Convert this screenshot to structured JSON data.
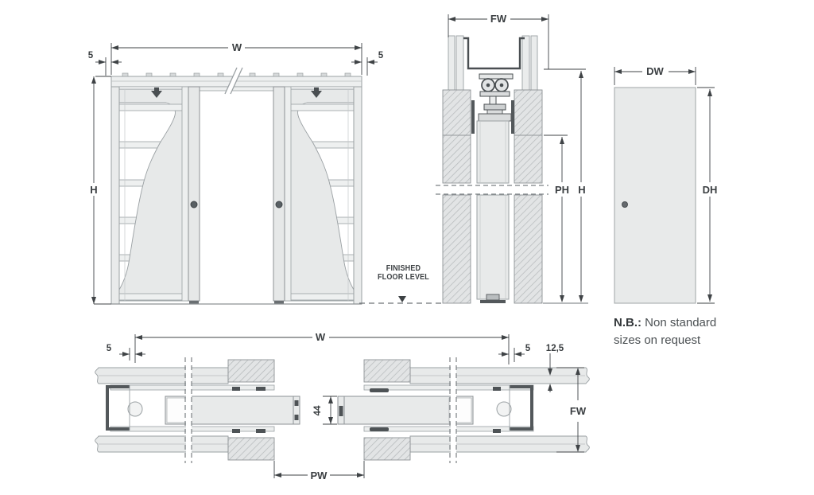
{
  "diagram_type": "pocket-sliding-door-technical-drawing",
  "labels": {
    "elevation_width": "W",
    "elevation_offset_left": "5",
    "elevation_offset_right": "5",
    "elevation_height": "H",
    "section_frame_width": "FW",
    "section_pocket_height": "PH",
    "section_height": "H",
    "door_width": "DW",
    "door_height": "DH",
    "plan_width": "W",
    "plan_offset_left": "5",
    "plan_offset_right": "5",
    "plan_board_thickness": "12,5",
    "plan_door_thickness": "44",
    "plan_passage_width": "PW",
    "plan_frame_width": "FW",
    "floor_level_line1": "FINISHED",
    "floor_level_line2": "FLOOR LEVEL",
    "note_prefix": "N.B.:",
    "note_body": "Non standard sizes on request"
  },
  "colors": {
    "background": "#ffffff",
    "line_medium": "#9aa0a3",
    "line_dark": "#8d9295",
    "metal_dark": "#4a4f52",
    "dimension": "#3f4346",
    "fill_panel": "#e8eaea",
    "fill_light": "#eef0f0",
    "hatch_fill": "#e2e4e5",
    "hatch_line": "#b4b8ba",
    "note_text": "#4b5053"
  }
}
